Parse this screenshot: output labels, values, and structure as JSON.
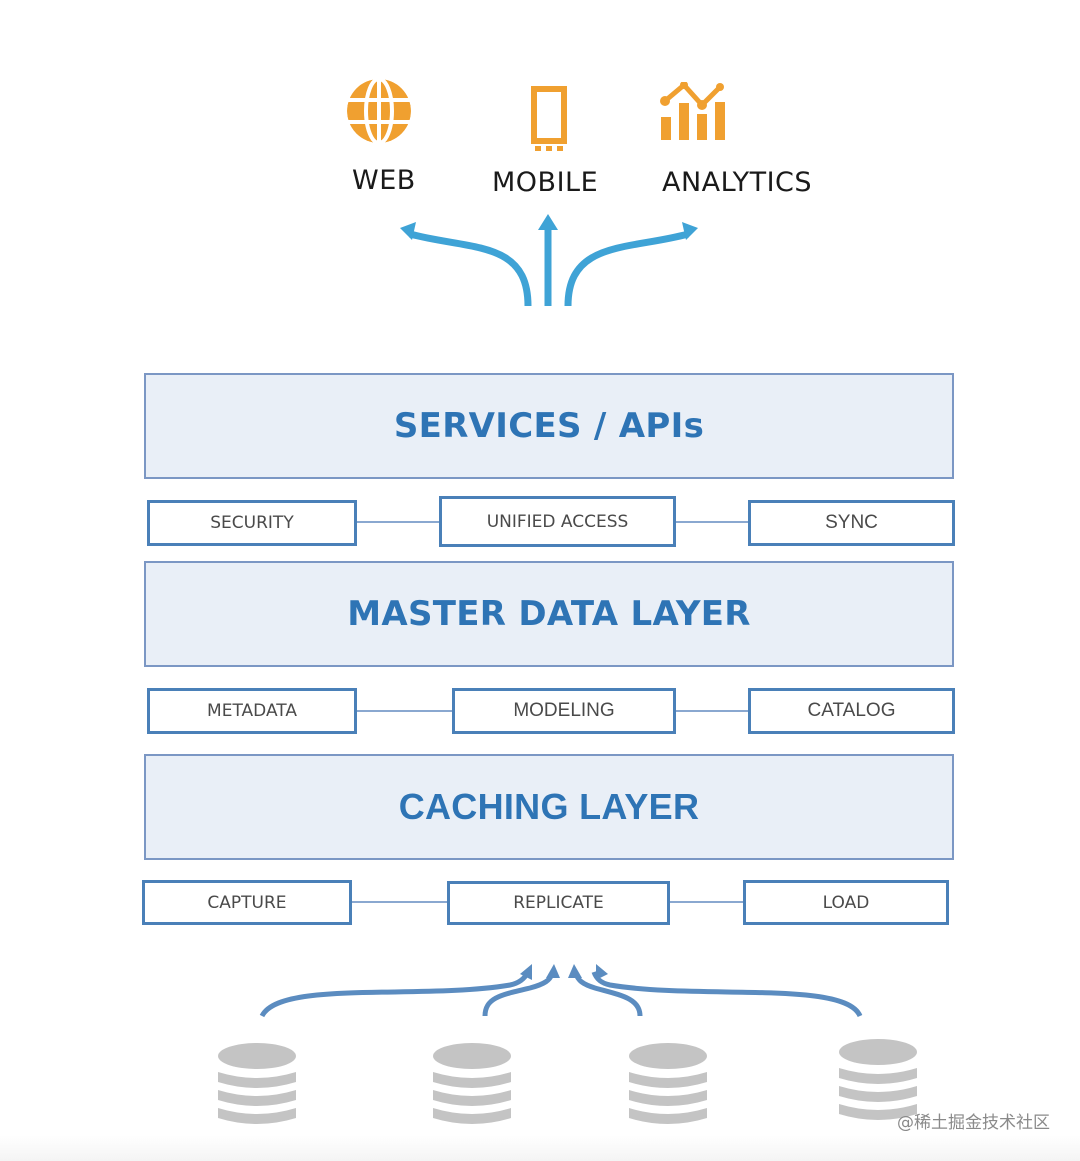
{
  "consumers": [
    {
      "id": "web",
      "label": "WEB",
      "icon": "globe-icon"
    },
    {
      "id": "mobile",
      "label": "MOBILE",
      "icon": "mobile-phone-icon"
    },
    {
      "id": "analytics",
      "label": "ANALYTICS",
      "icon": "bar-line-chart-icon"
    }
  ],
  "layers": [
    {
      "title": "SERVICES / APIs",
      "components": [
        "SECURITY",
        "UNIFIED ACCESS",
        "SYNC"
      ]
    },
    {
      "title": "MASTER DATA LAYER",
      "components": [
        "METADATA",
        "MODELING",
        "CATALOG"
      ]
    },
    {
      "title": "CACHING LAYER",
      "components": [
        "CAPTURE",
        "REPLICATE",
        "LOAD"
      ]
    }
  ],
  "data_sources": [
    {
      "icon": "database-icon"
    },
    {
      "icon": "database-icon"
    },
    {
      "icon": "database-icon"
    },
    {
      "icon": "database-icon"
    }
  ],
  "colors": {
    "icon_orange": "#f0a030",
    "top_arrows": "#3fa3d6",
    "bottom_arrows": "#5b8cc0",
    "layer_title": "#2e74b5",
    "layer_fill": "#e9eff7",
    "box_border": "#4a80b8",
    "database_gray": "#c4c4c4"
  },
  "watermark": "@稀土掘金技术社区"
}
